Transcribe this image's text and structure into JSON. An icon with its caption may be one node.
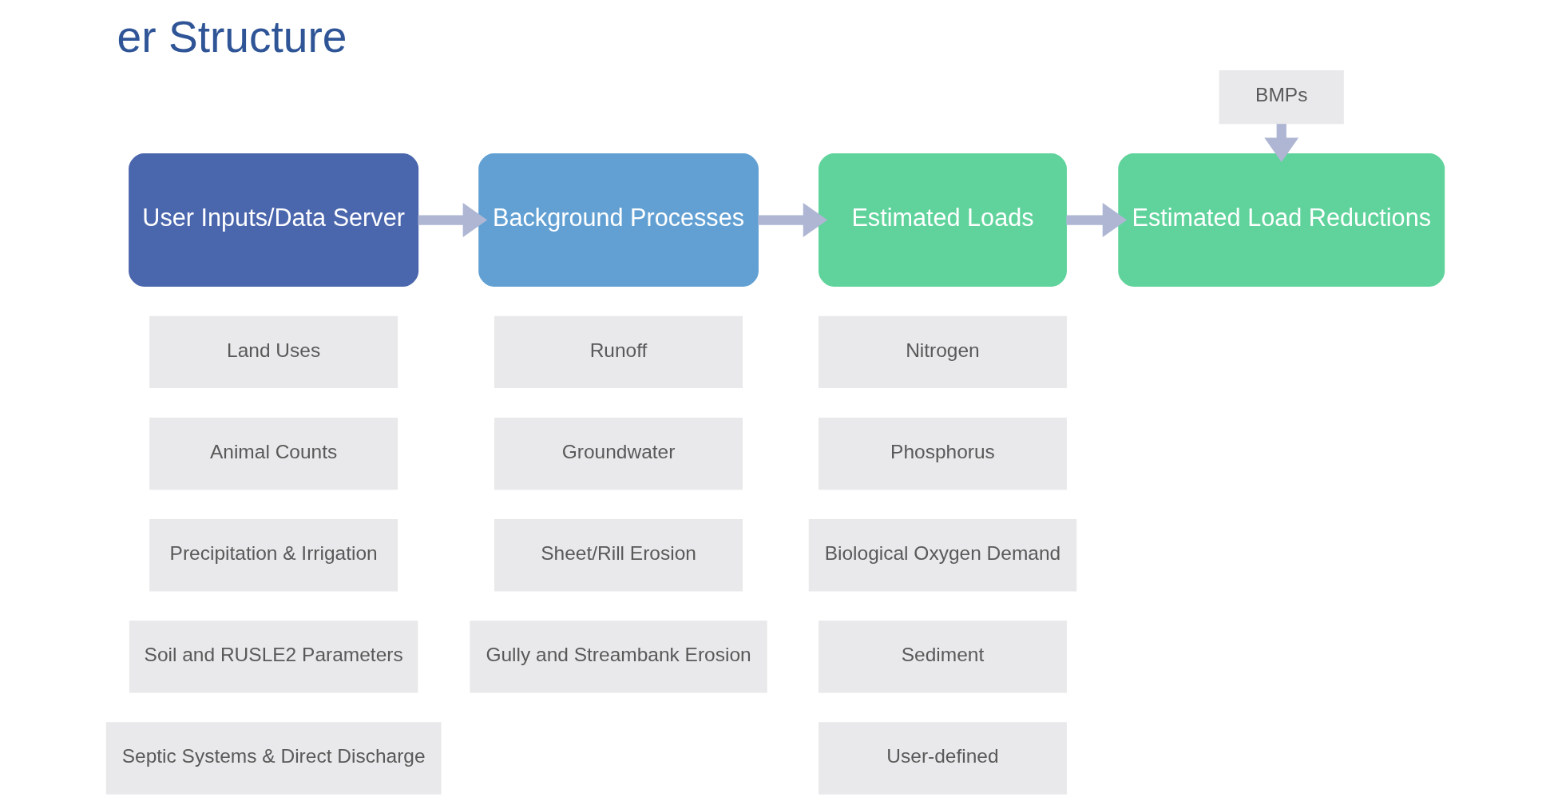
{
  "diagram": {
    "title": "er Structure",
    "nodes": [
      {
        "text": [
          "User Inputs/Data Server"
        ]
      },
      {
        "text": [
          "Background Processes"
        ]
      },
      {
        "text": [
          "Estimated Loads"
        ]
      },
      {
        "text": [
          "Estimated Load Reductions"
        ]
      },
      {
        "text": [
          "BMPs"
        ]
      },
      {
        "text": [
          "Land Uses"
        ]
      },
      {
        "text": [
          "Animal Counts"
        ]
      },
      {
        "text": [
          "Precipitation & Irrigation"
        ]
      },
      {
        "text": [
          "Soil and RUSLE2 Parameters"
        ]
      },
      {
        "text": [
          "Septic Systems & Direct Discharge"
        ]
      },
      {
        "text": [
          "Runoff"
        ]
      },
      {
        "text": [
          "Groundwater"
        ]
      },
      {
        "text": [
          "Sheet/Rill Erosion"
        ]
      },
      {
        "text": [
          "Gully and Streambank Erosion"
        ]
      },
      {
        "text": [
          "Nitrogen"
        ]
      },
      {
        "text": [
          "Phosphorus"
        ]
      },
      {
        "text": [
          "Biological Oxygen Demand"
        ]
      },
      {
        "text": [
          "Sediment"
        ]
      },
      {
        "text": [
          "User-defined"
        ]
      }
    ],
    "edges": [
      {
        "from": 0,
        "to": 1,
        "arrow": "to"
      },
      {
        "from": 1,
        "to": 2,
        "arrow": "to"
      },
      {
        "from": 2,
        "to": 3,
        "arrow": "to"
      },
      {
        "from": 4,
        "to": 3,
        "arrow": "to"
      }
    ]
  }
}
